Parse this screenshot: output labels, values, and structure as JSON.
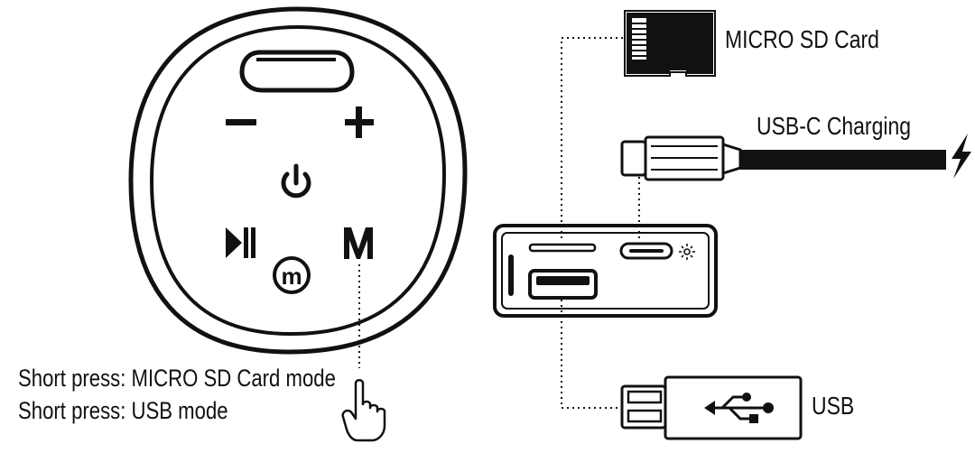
{
  "labels": {
    "micro_sd": "MICRO SD Card",
    "usb_c": "USB-C Charging",
    "usb": "USB",
    "press_line_1": "Short press: MICRO SD Card mode",
    "press_line_2": "Short press: USB mode"
  },
  "icons": [
    "volume-minus-icon",
    "volume-plus-icon",
    "power-icon",
    "play-pause-icon",
    "mode-m-icon",
    "brand-logo-icon",
    "hand-pointer-icon",
    "micro-sd-card-icon",
    "usb-c-plug-icon",
    "lightning-icon",
    "usb-stick-icon",
    "usb-symbol-icon",
    "led-indicator-icon"
  ],
  "colors": {
    "ink": "#111111",
    "background": "#ffffff"
  }
}
